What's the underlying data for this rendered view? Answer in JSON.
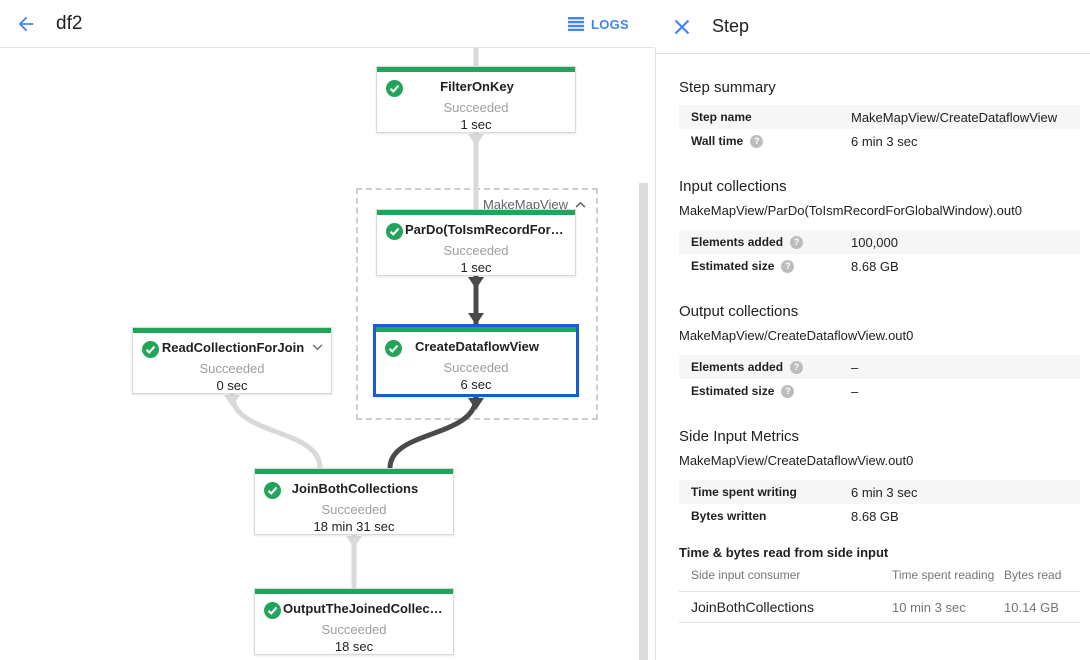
{
  "header": {
    "title": "df2",
    "logs_label": "LOGS"
  },
  "icons": {
    "help_glyph": "?"
  },
  "graph": {
    "group_label": "MakeMapView",
    "nodes": [
      {
        "title": "FilterOnKey",
        "status": "Succeeded",
        "duration": "1 sec"
      },
      {
        "title": "ParDo(ToIsmRecordFor…",
        "status": "Succeeded",
        "duration": "1 sec"
      },
      {
        "title": "CreateDataflowView",
        "status": "Succeeded",
        "duration": "6 sec"
      },
      {
        "title": "ReadCollectionForJoin",
        "status": "Succeeded",
        "duration": "0 sec"
      },
      {
        "title": "JoinBothCollections",
        "status": "Succeeded",
        "duration": "18 min 31 sec"
      },
      {
        "title": "OutputTheJoinedCollec…",
        "status": "Succeeded",
        "duration": "18 sec"
      }
    ]
  },
  "panel": {
    "title": "Step",
    "step_summary": {
      "heading": "Step summary",
      "rows": [
        {
          "label": "Step name",
          "value": "MakeMapView/CreateDataflowView"
        },
        {
          "label": "Wall time",
          "value": "6 min 3 sec"
        }
      ]
    },
    "input_collections": {
      "heading": "Input collections",
      "subtitle": "MakeMapView/ParDo(ToIsmRecordForGlobalWindow).out0",
      "rows": [
        {
          "label": "Elements added",
          "value": "100,000"
        },
        {
          "label": "Estimated size",
          "value": "8.68 GB"
        }
      ]
    },
    "output_collections": {
      "heading": "Output collections",
      "subtitle": "MakeMapView/CreateDataflowView.out0",
      "rows": [
        {
          "label": "Elements added",
          "value": "–"
        },
        {
          "label": "Estimated size",
          "value": "–"
        }
      ]
    },
    "side_input_metrics": {
      "heading": "Side Input Metrics",
      "subtitle": "MakeMapView/CreateDataflowView.out0",
      "rows": [
        {
          "label": "Time spent writing",
          "value": "6 min 3 sec"
        },
        {
          "label": "Bytes written",
          "value": "8.68 GB"
        }
      ]
    },
    "side_input_table": {
      "heading": "Time & bytes read from side input",
      "columns": [
        "Side input consumer",
        "Time spent reading",
        "Bytes read"
      ],
      "rows": [
        [
          "JoinBothCollections",
          "10 min 3 sec",
          "10.14 GB"
        ]
      ]
    }
  },
  "colors": {
    "accent_blue": "#4285f4",
    "selection_blue": "#1a5dd1",
    "success_green": "#22a45a",
    "edge_light": "#d9d9d9",
    "edge_dark": "#4a4a4a"
  }
}
